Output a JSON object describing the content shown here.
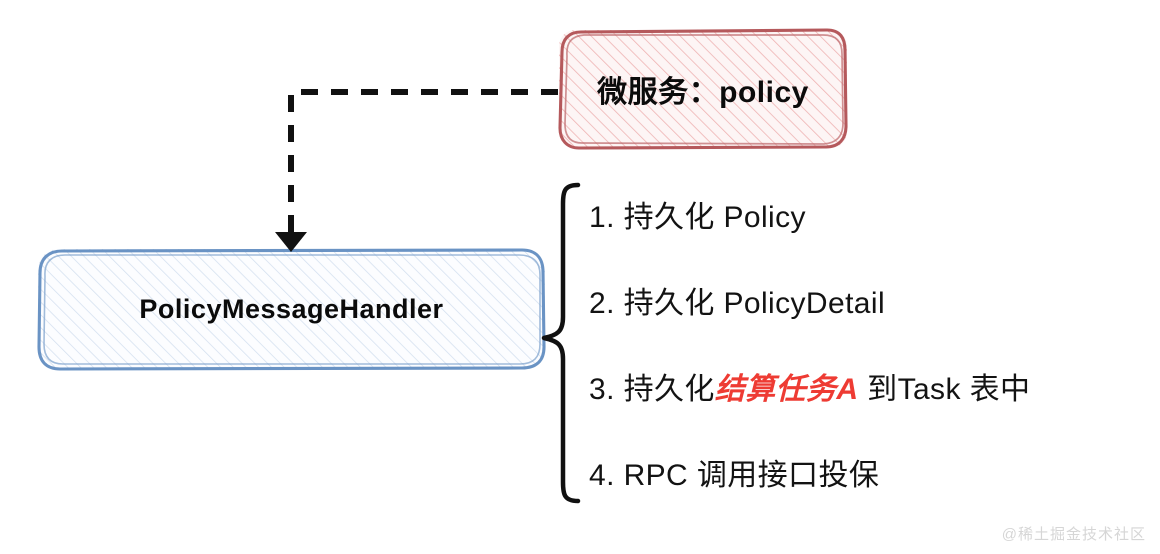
{
  "diagram": {
    "service_box": {
      "label": "微服务：policy",
      "stroke_color": "#b5595c",
      "fill_color": "#fdf4f4",
      "hatch_color": "#e8a6a6"
    },
    "handler_box": {
      "label": "PolicyMessageHandler",
      "stroke_color": "#6a93c4",
      "fill_color": "#fbfcfe",
      "hatch_color": "#cfdcee"
    },
    "connector": {
      "name": "dashed-arrow",
      "style": "dashed",
      "color": "#111111",
      "arrowhead": "filled-triangle-down"
    },
    "brace": {
      "name": "left-curly-brace",
      "color": "#111111"
    },
    "steps": [
      {
        "number": "1.",
        "text_before": " 持久化 Policy",
        "accent": "",
        "text_after": ""
      },
      {
        "number": "2.",
        "text_before": " 持久化 PolicyDetail",
        "accent": "",
        "text_after": ""
      },
      {
        "number": "3.",
        "text_before": " 持久化",
        "accent": "结算任务A",
        "text_after": " 到Task 表中"
      },
      {
        "number": "4.",
        "text_before": " RPC 调用接口投保",
        "accent": "",
        "text_after": ""
      }
    ],
    "accent_color": "#ee3b33",
    "text_color": "#131313",
    "watermark": "@稀土掘金技术社区"
  }
}
